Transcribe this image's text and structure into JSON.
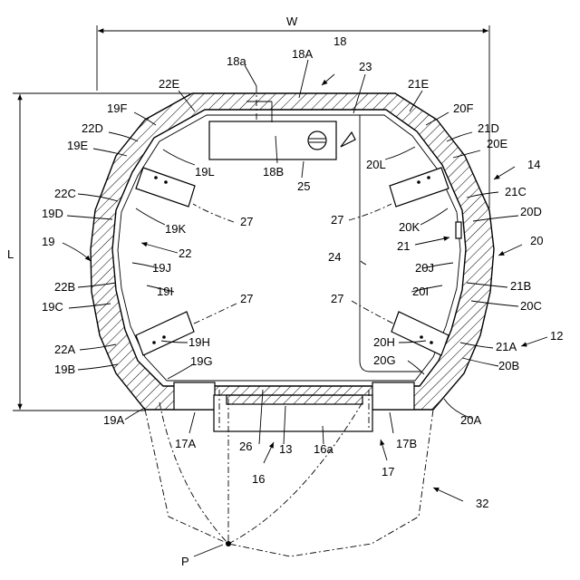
{
  "labels": {
    "W": "W",
    "L": "L",
    "n18": "18",
    "n18a": "18a",
    "n18A": "18A",
    "n23": "23",
    "n22E": "22E",
    "n21E": "21E",
    "n19F": "19F",
    "n20F": "20F",
    "n22D": "22D",
    "n21D": "21D",
    "n19E": "19E",
    "n20E": "20E",
    "n19L": "19L",
    "n18B": "18B",
    "n25": "25",
    "n20L": "20L",
    "n14": "14",
    "n22C": "22C",
    "n21C": "21C",
    "n19D": "19D",
    "n20D": "20D",
    "n19K": "19K",
    "n27a": "27",
    "n27b": "27",
    "n20K": "20K",
    "n19": "19",
    "n22": "22",
    "n21": "21",
    "n20": "20",
    "n19J": "19J",
    "n24": "24",
    "n20J": "20J",
    "n22B": "22B",
    "n21B": "21B",
    "n19I": "19I",
    "n20I": "20I",
    "n19C": "19C",
    "n20C": "20C",
    "n27c": "27",
    "n27d": "27",
    "n12": "12",
    "n22A": "22A",
    "n19H": "19H",
    "n20H": "20H",
    "n21A": "21A",
    "n19B": "19B",
    "n19G": "19G",
    "n20G": "20G",
    "n20B": "20B",
    "n19A": "19A",
    "n20A": "20A",
    "n17A": "17A",
    "n26": "26",
    "n13": "13",
    "n16a": "16a",
    "n17B": "17B",
    "n16": "16",
    "n17": "17",
    "n32": "32",
    "P": "P"
  }
}
